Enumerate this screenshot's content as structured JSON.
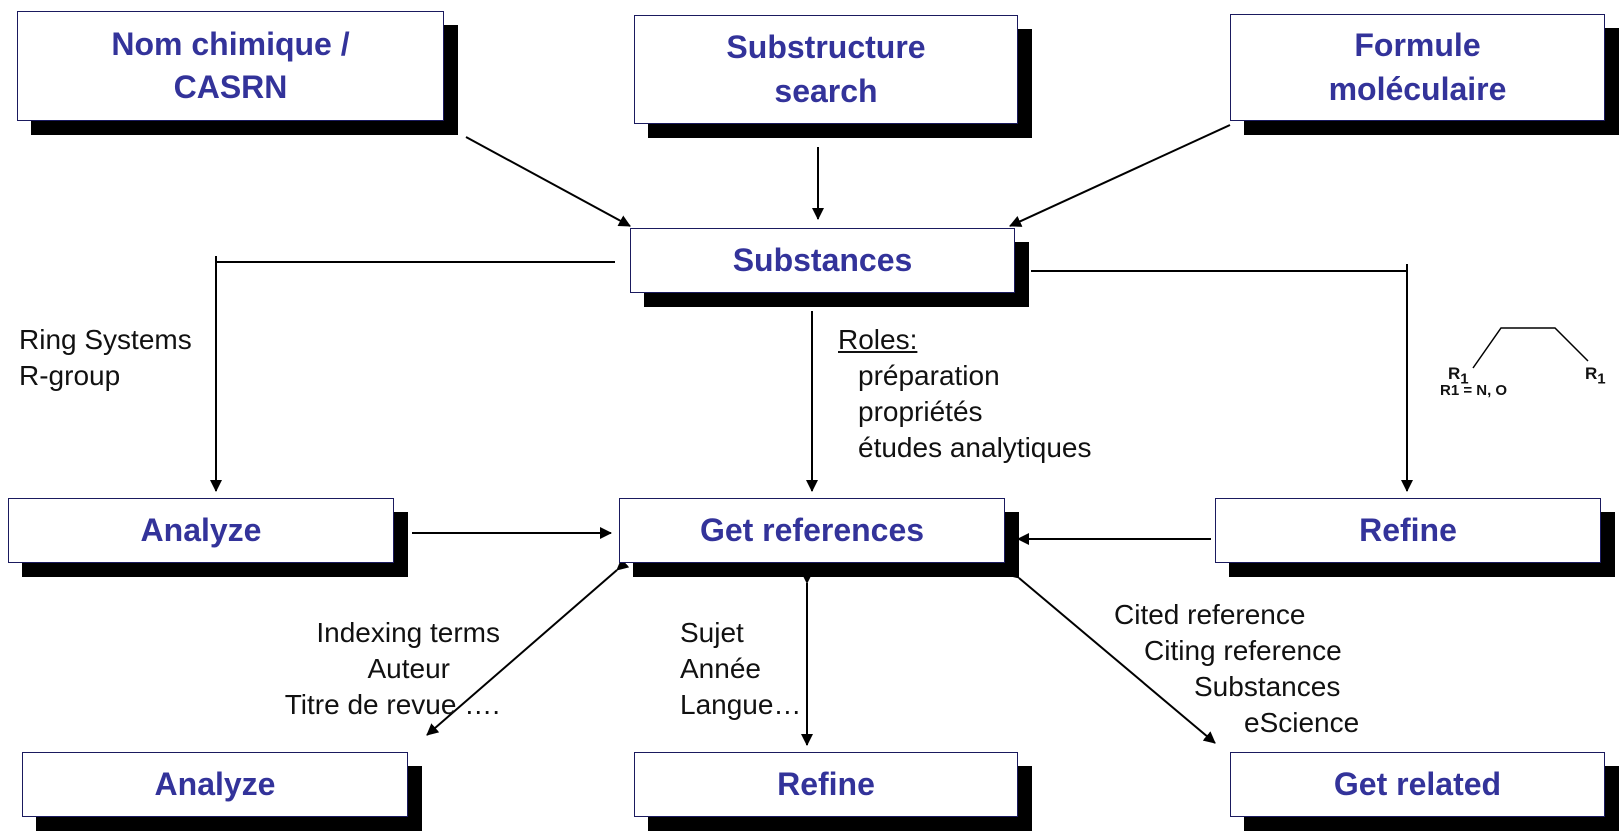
{
  "nodes": {
    "nom_chimique": "Nom chimique /\nCASRN",
    "substructure": "Substructure\nsearch",
    "formule": "Formule\nmoléculaire",
    "substances": "Substances",
    "analyze_top": "Analyze",
    "get_references": "Get references",
    "refine_top": "Refine",
    "analyze_bottom": "Analyze",
    "refine_bottom": "Refine",
    "get_related": "Get related"
  },
  "labels": {
    "ring_systems": [
      "Ring Systems",
      "R-group"
    ],
    "roles_title": "Roles:",
    "roles": [
      "préparation",
      "propriétés",
      "études analytiques"
    ],
    "indexing": [
      "Indexing terms",
      "Auteur",
      "Titre de revue …."
    ],
    "sujet": [
      "Sujet",
      "Année",
      "Langue…"
    ],
    "cited": [
      "Cited reference",
      "Citing reference",
      "Substances",
      "eScience"
    ]
  },
  "structure": {
    "r_left": "R",
    "r_left_sub": "1",
    "r_right": "R",
    "r_right_sub": "1",
    "r_definition": "R1 = N, O"
  },
  "colors": {
    "node_text": "#33339a",
    "node_shadow": "#000000",
    "edge": "#000000"
  }
}
